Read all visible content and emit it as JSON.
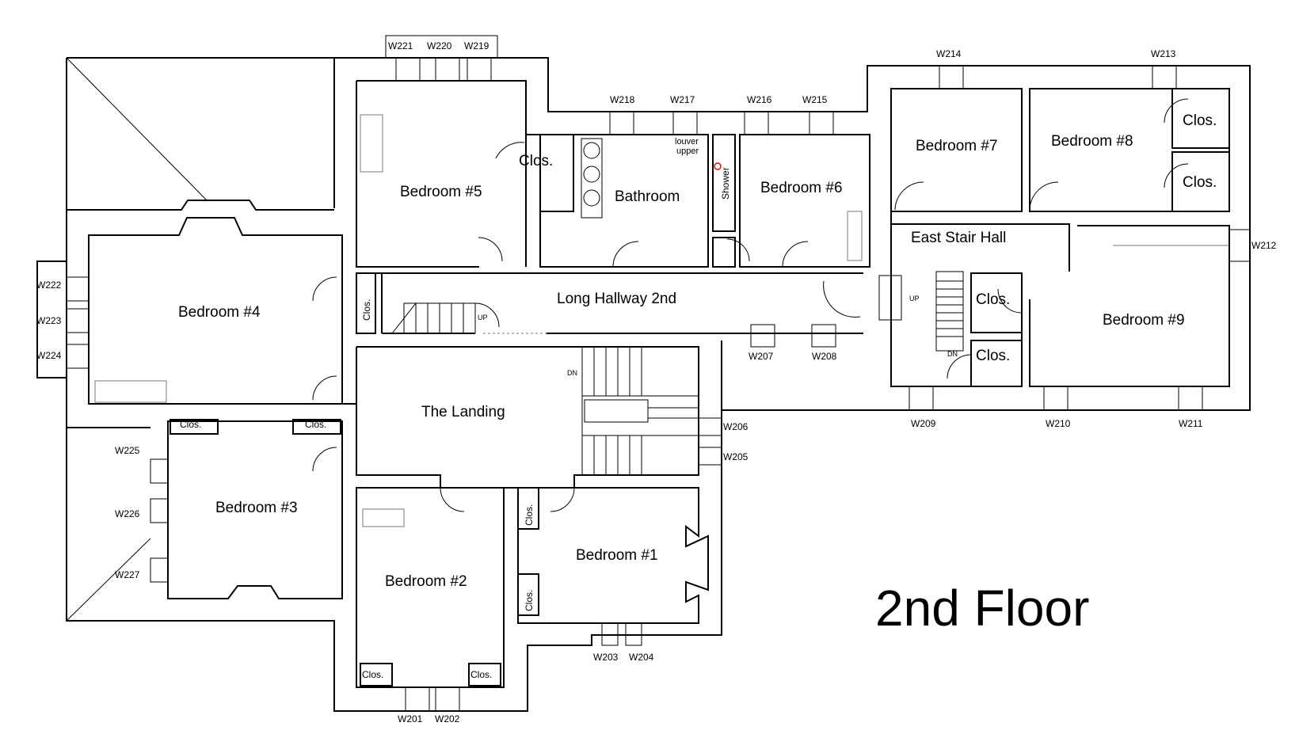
{
  "title": "2nd Floor",
  "rooms": {
    "bedroom1": "Bedroom #1",
    "bedroom2": "Bedroom #2",
    "bedroom3": "Bedroom #3",
    "bedroom4": "Bedroom #4",
    "bedroom5": "Bedroom #5",
    "bedroom6": "Bedroom #6",
    "bedroom7": "Bedroom #7",
    "bedroom8": "Bedroom #8",
    "bedroom9": "Bedroom #9",
    "bathroom": "Bathroom",
    "landing": "The Landing",
    "hallway": "Long Hallway 2nd",
    "east_stair_hall": "East Stair Hall"
  },
  "labels": {
    "closet": "Clos.",
    "shower": "Shower",
    "louver": "louver",
    "upper": "upper",
    "up": "UP",
    "dn": "DN"
  },
  "windows": [
    "W201",
    "W202",
    "W203",
    "W204",
    "W205",
    "W206",
    "W207",
    "W208",
    "W209",
    "W210",
    "W211",
    "W212",
    "W213",
    "W214",
    "W215",
    "W216",
    "W217",
    "W218",
    "W219",
    "W220",
    "W221",
    "W222",
    "W223",
    "W224",
    "W225",
    "W226",
    "W227"
  ]
}
